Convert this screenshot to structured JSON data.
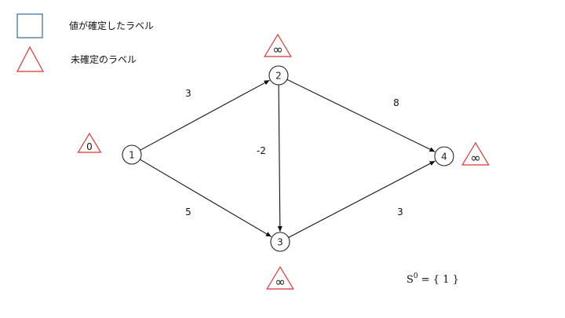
{
  "legend": {
    "confirmed_label": "値が確定したラベル",
    "unconfirmed_label": "未確定のラベル",
    "confirmed_color": "#2e6da4",
    "unconfirmed_color": "#e03030"
  },
  "nodes": [
    {
      "id": "1",
      "label": "1",
      "tentative": "0"
    },
    {
      "id": "2",
      "label": "2",
      "tentative": "∞"
    },
    {
      "id": "3",
      "label": "3",
      "tentative": "∞"
    },
    {
      "id": "4",
      "label": "4",
      "tentative": "∞"
    }
  ],
  "edges": [
    {
      "from": "1",
      "to": "2",
      "weight": "3"
    },
    {
      "from": "1",
      "to": "3",
      "weight": "5"
    },
    {
      "from": "2",
      "to": "3",
      "weight": "-2"
    },
    {
      "from": "2",
      "to": "4",
      "weight": "8"
    },
    {
      "from": "3",
      "to": "4",
      "weight": "3"
    }
  ],
  "set": {
    "name": "S",
    "superscript": "0",
    "rest": " = { 1 }"
  }
}
